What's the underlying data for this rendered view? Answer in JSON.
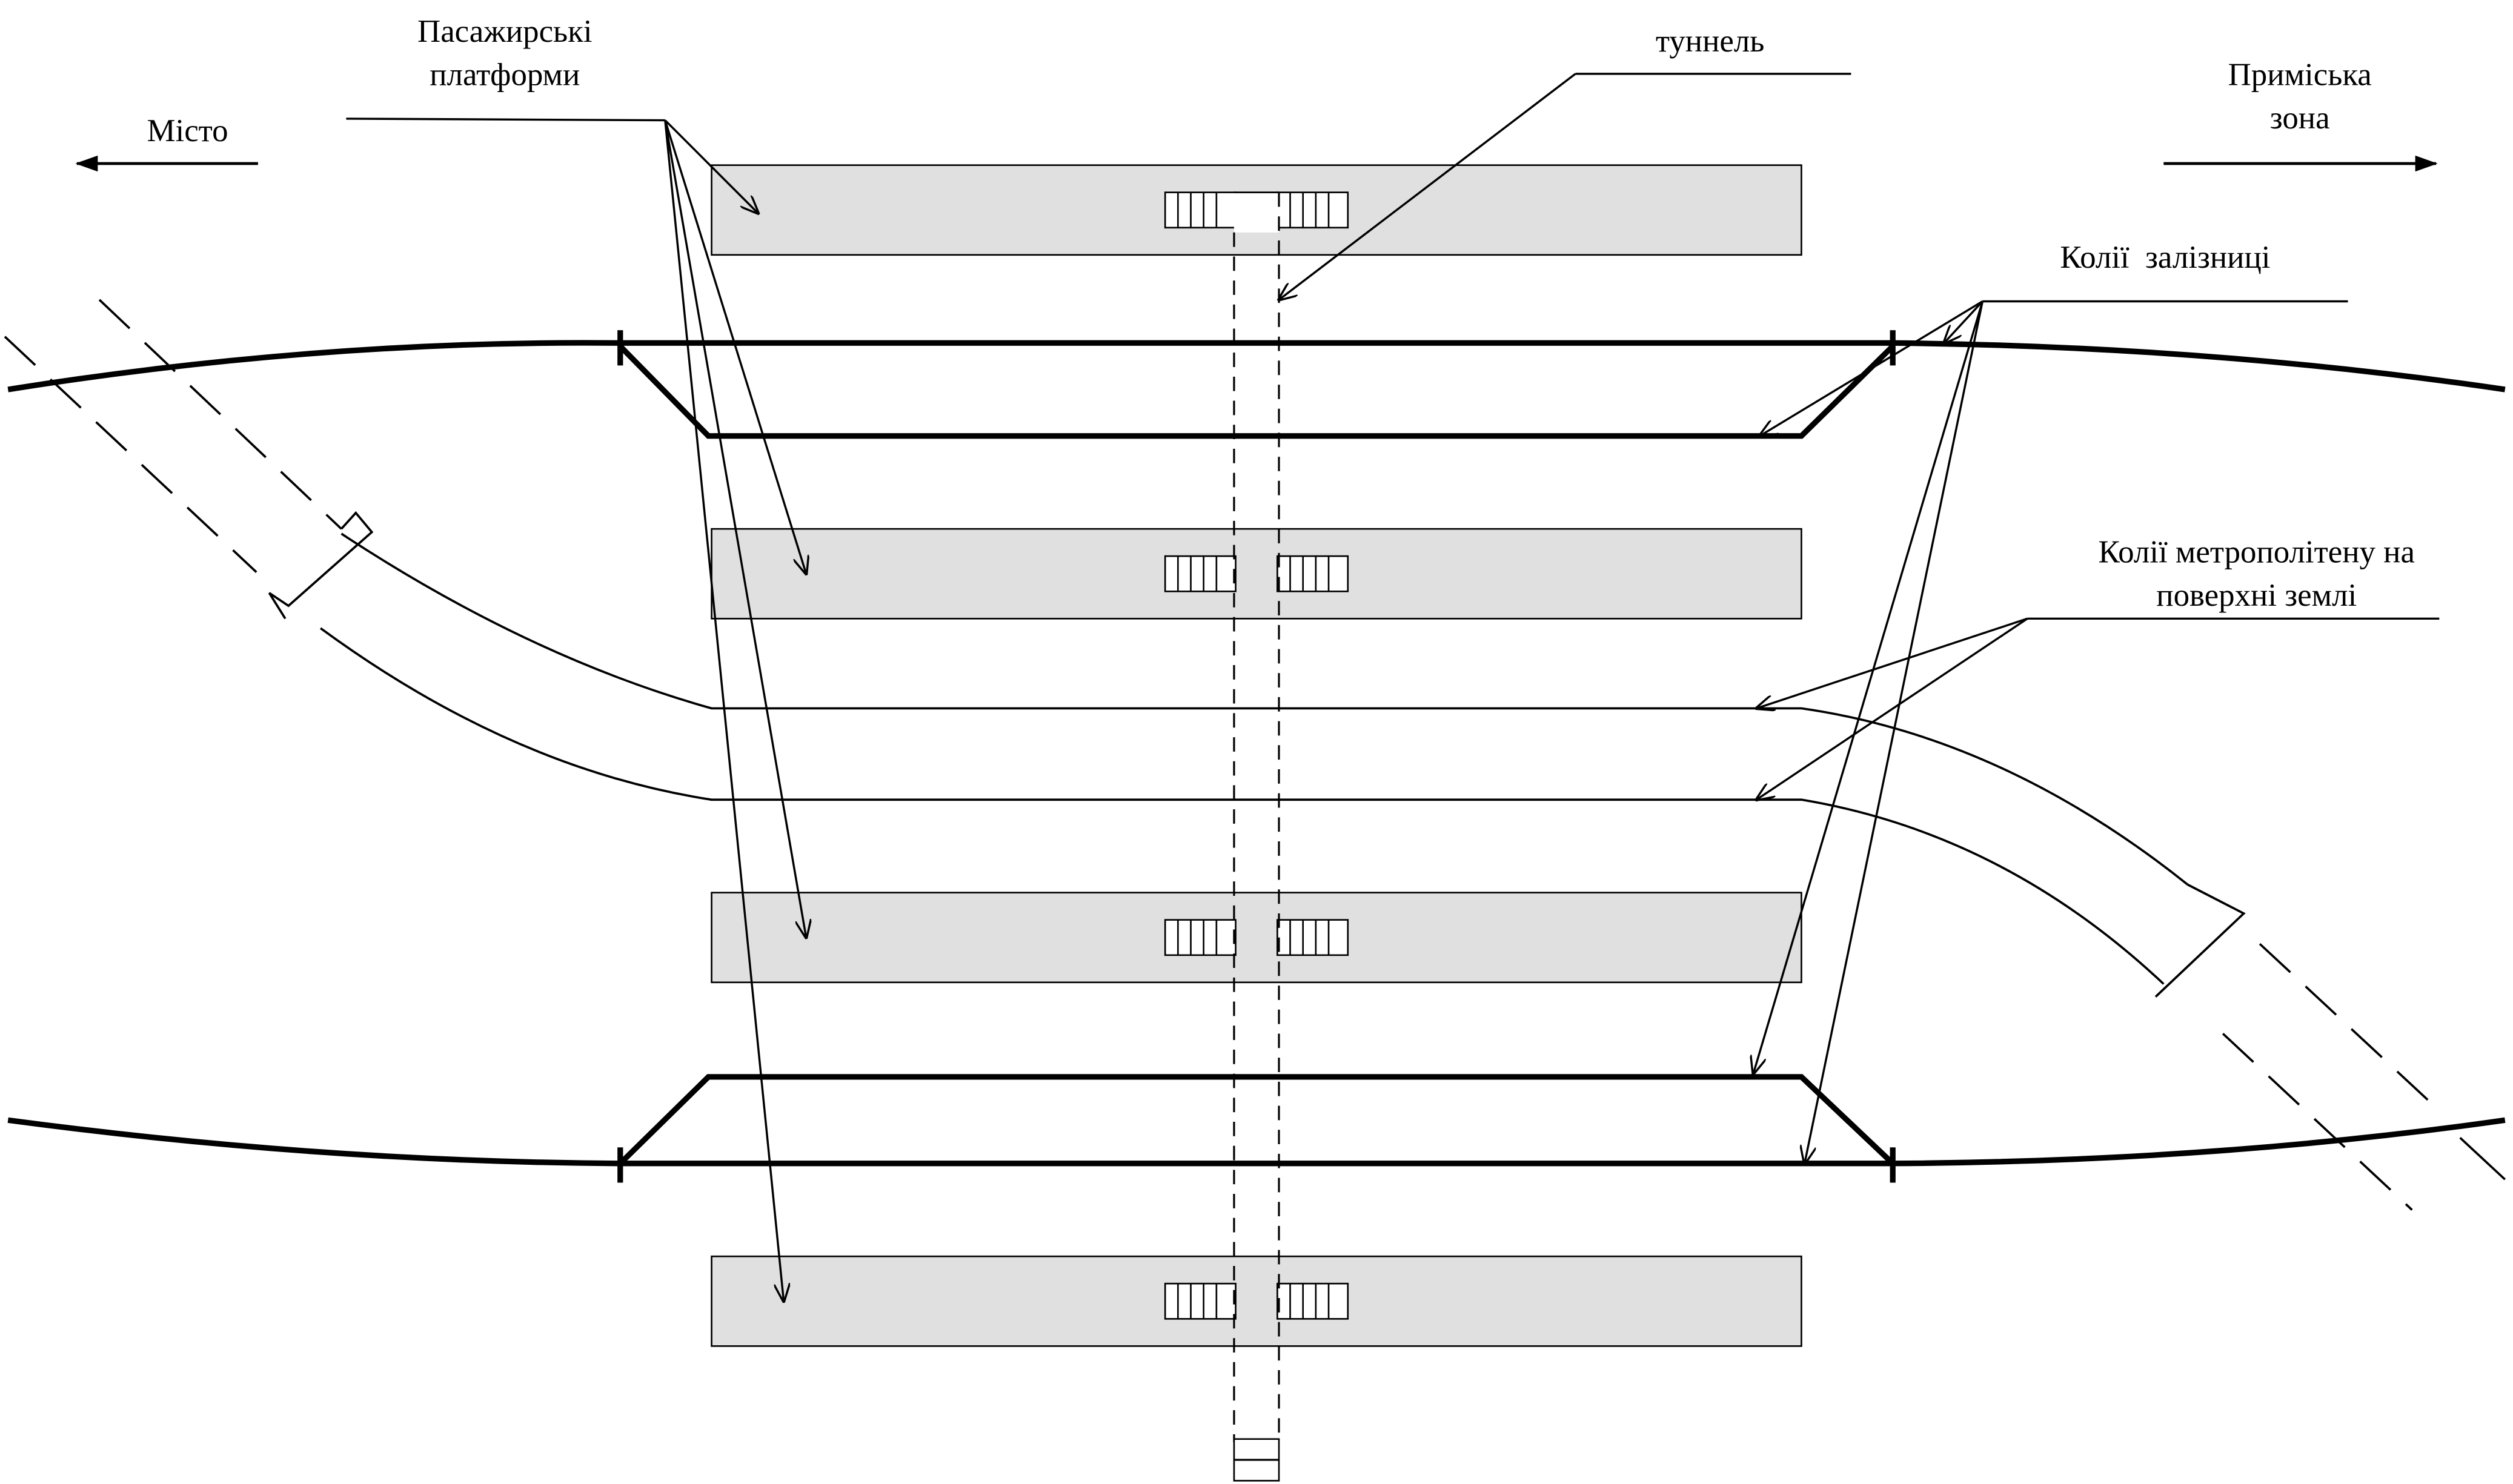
{
  "labels": {
    "platforms": [
      "Пасажирські",
      "платформи"
    ],
    "tunnel": "туннель",
    "city": "Місто",
    "suburb": [
      "Приміська",
      "зона"
    ],
    "railway_tracks": "Колії  залізниці",
    "metro_tracks": [
      "Колії метрополітену на",
      "поверхні землі"
    ]
  },
  "colors": {
    "platform_fill": "#e0e0e0",
    "line": "#000000",
    "background": "#ffffff"
  }
}
